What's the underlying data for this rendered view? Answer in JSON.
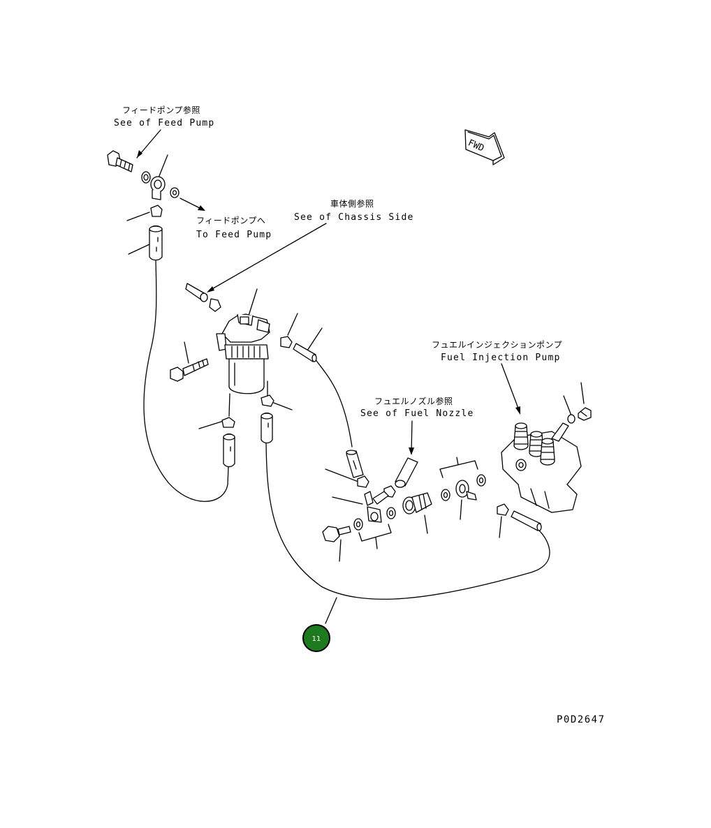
{
  "labels": {
    "feed_pump_ref_jp": "フィードポンプ参照",
    "feed_pump_ref_en": "See of Feed Pump",
    "to_feed_pump_jp": "フィードポンプへ",
    "to_feed_pump_en": "To Feed Pump",
    "chassis_ref_jp": "車体側参照",
    "chassis_ref_en": "See of Chassis Side",
    "injection_pump_jp": "フュエルインジェクションポンプ",
    "injection_pump_en": "Fuel Injection Pump",
    "fuel_nozzle_ref_jp": "フュエルノズル参照",
    "fuel_nozzle_ref_en": "See of Fuel Nozzle",
    "fwd": "FWD",
    "drawing_code": "P0D2647"
  },
  "callout": {
    "number": "11",
    "color": "#1e7a1e"
  }
}
